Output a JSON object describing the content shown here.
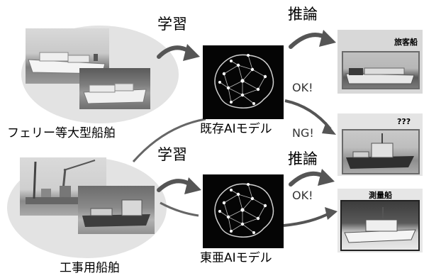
{
  "groups": {
    "ferry": {
      "label": "フェリー等大型船舶"
    },
    "construction": {
      "label": "工事用船舶"
    }
  },
  "models": {
    "existing": {
      "label": "既存AIモデル"
    },
    "toa": {
      "label": "東亜AIモデル"
    }
  },
  "steps": {
    "learn_top": "学習",
    "learn_bottom": "学習",
    "infer_top": "推論",
    "infer_bottom": "推論"
  },
  "judgements": {
    "ok_top": "OK!",
    "ng_mid": "NG!",
    "ok_bottom": "OK!"
  },
  "results": {
    "top": {
      "label": "旅客船"
    },
    "middle": {
      "label": "???"
    },
    "bottom": {
      "label": "測量船"
    }
  }
}
